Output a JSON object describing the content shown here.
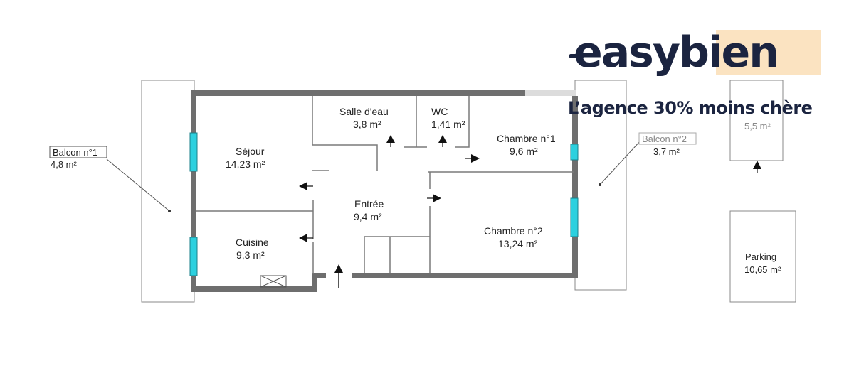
{
  "brand": {
    "logo": "easybien",
    "tagline": "L’agence 30% moins chère"
  },
  "rooms": {
    "balcon1": {
      "name": "Balcon n°1",
      "area": "4,8  m²"
    },
    "sejour": {
      "name": "Séjour",
      "area": "14,23  m²"
    },
    "cuisine": {
      "name": "Cuisine",
      "area": "9,3  m²"
    },
    "salle_eau": {
      "name": "Salle d'eau",
      "area": "3,8  m²"
    },
    "wc": {
      "name": "WC",
      "area": "1,41  m²"
    },
    "entree": {
      "name": "Entrée",
      "area": "9,4  m²"
    },
    "chambre1": {
      "name": "Chambre n°1",
      "area": "9,6  m²"
    },
    "chambre2": {
      "name": "Chambre n°2",
      "area": "13,24  m²"
    },
    "balcon2": {
      "name": "Balcon n°2",
      "area": "3,7  m²"
    },
    "annexe": {
      "area": "5,5  m²"
    },
    "parking": {
      "name": "Parking",
      "area": "10,65  m²"
    }
  },
  "colors": {
    "wall": "#6e6e6e",
    "window": "#2cd0df",
    "brand_navy": "#1b2440",
    "brand_highlight": "#fbe3c1"
  }
}
